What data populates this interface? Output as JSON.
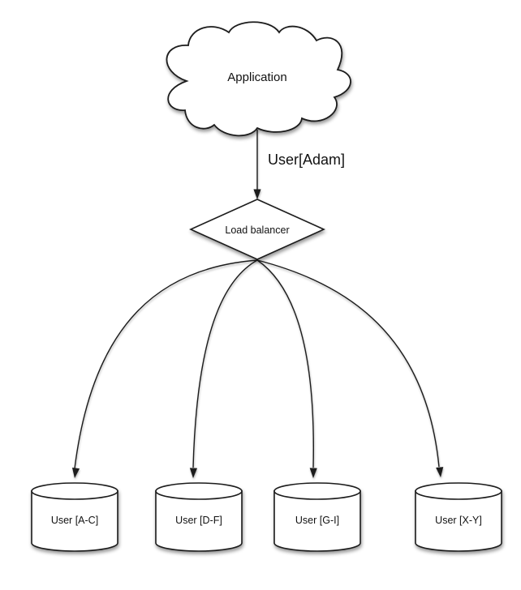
{
  "diagram": {
    "background_color": "#ffffff",
    "stroke_color": "#1a1a1a",
    "node_fill_color": "#ffffff",
    "text_color": "#111111",
    "nodes": {
      "application": {
        "label": "Application",
        "shape": "cloud"
      },
      "load_balancer": {
        "label": "Load balancer",
        "shape": "diamond"
      },
      "shard_ac": {
        "label": "User [A-C]",
        "shape": "cylinder"
      },
      "shard_df": {
        "label": "User [D-F]",
        "shape": "cylinder"
      },
      "shard_gi": {
        "label": "User [G-I]",
        "shape": "cylinder"
      },
      "shard_xy": {
        "label": "User [X-Y]",
        "shape": "cylinder"
      }
    },
    "edges": {
      "app_to_lb": {
        "label": "User[Adam]",
        "from": "application",
        "to": "load_balancer"
      },
      "lb_to_shard_ac": {
        "label": "",
        "from": "load_balancer",
        "to": "shard_ac"
      },
      "lb_to_shard_df": {
        "label": "",
        "from": "load_balancer",
        "to": "shard_df"
      },
      "lb_to_shard_gi": {
        "label": "",
        "from": "load_balancer",
        "to": "shard_gi"
      },
      "lb_to_shard_xy": {
        "label": "",
        "from": "load_balancer",
        "to": "shard_xy"
      }
    }
  }
}
